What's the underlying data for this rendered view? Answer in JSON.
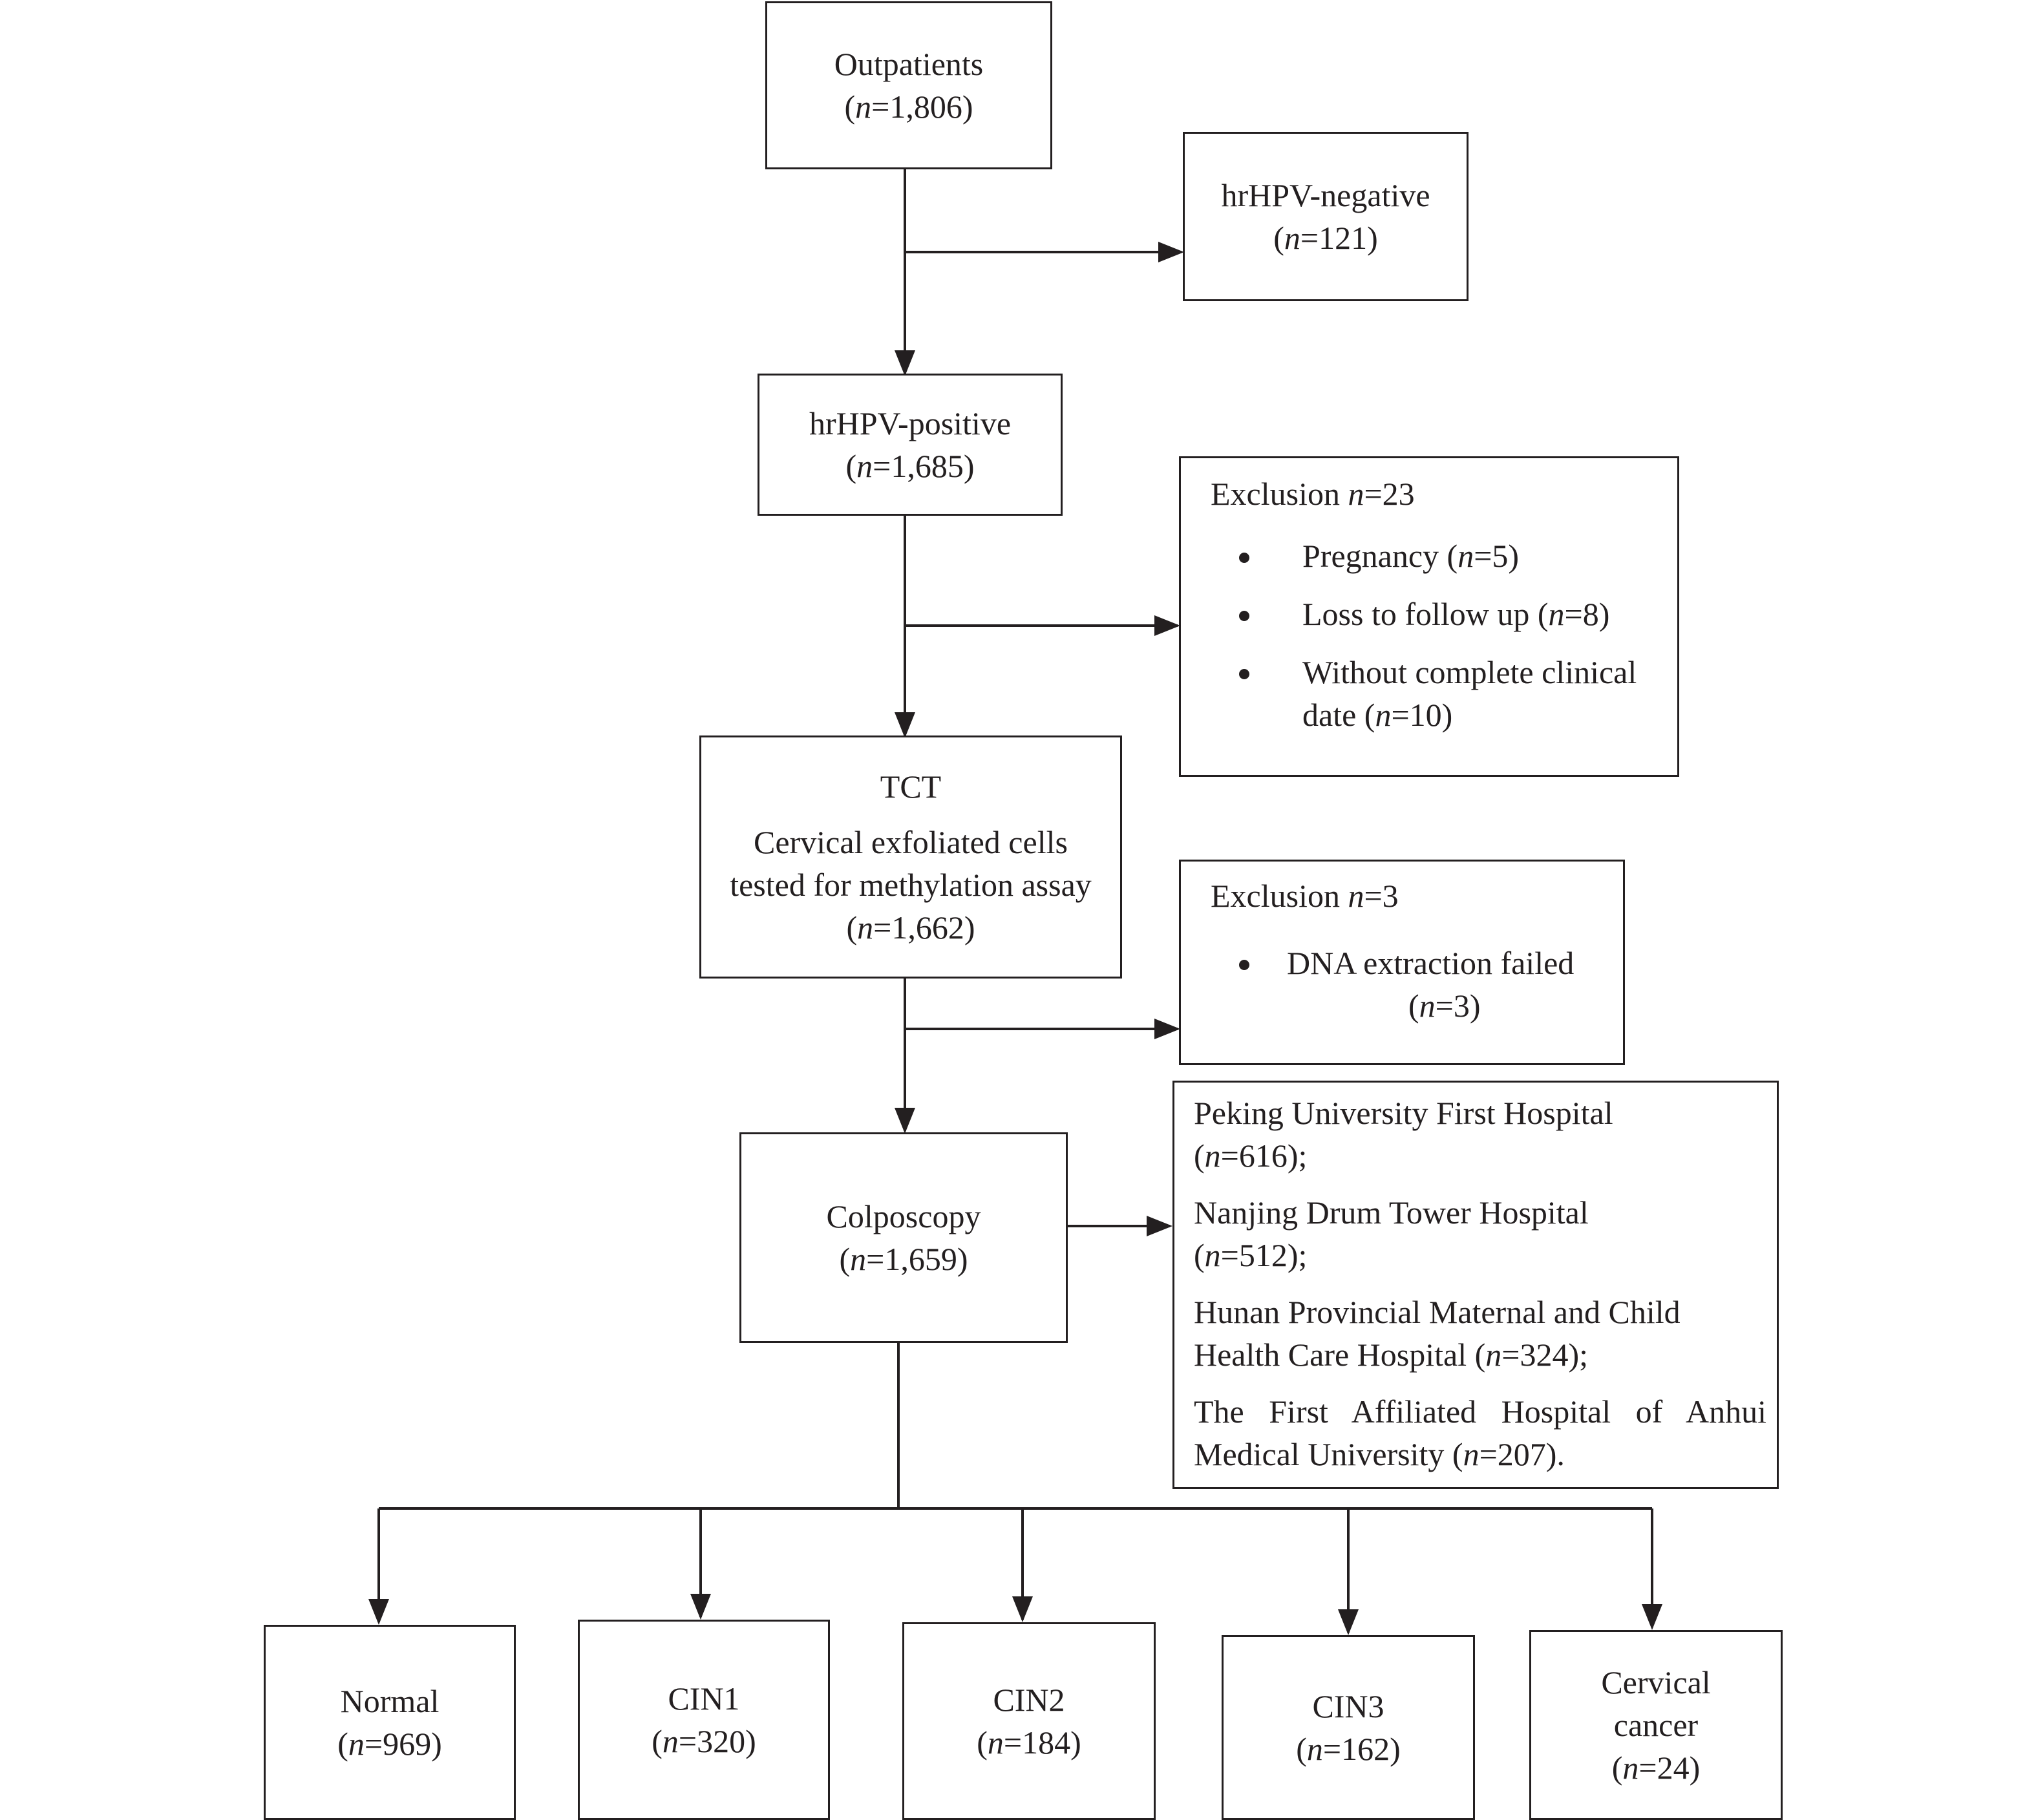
{
  "n_symbol": "n",
  "outpatients": {
    "label": "Outpatients",
    "value": "=1,806"
  },
  "hrhpv_negative": {
    "label": "hrHPV-negative",
    "value": "=121"
  },
  "hrhpv_positive": {
    "label": "hrHPV-positive",
    "value": "=1,685"
  },
  "exclusion1": {
    "title": "Exclusion ",
    "value": "=23",
    "items": [
      {
        "label": "Pregnancy (",
        "value": "=5)"
      },
      {
        "label": "Loss to follow up (",
        "value": "=8)"
      },
      {
        "label_line1": "Without complete clinical",
        "label_line2": "date (",
        "value": "=10)"
      }
    ]
  },
  "tct": {
    "title": "TCT",
    "line1": "Cervical exfoliated cells",
    "line2": "tested for methylation assay",
    "value": "=1,662"
  },
  "exclusion2": {
    "title": "Exclusion ",
    "value": "=3",
    "item_label": "DNA extraction failed",
    "item_value": "=3"
  },
  "colposcopy": {
    "label": "Colposcopy",
    "value": "=1,659"
  },
  "hospitals": [
    {
      "line1": "Peking University First Hospital",
      "value": "=616);"
    },
    {
      "line1": "Nanjing Drum Tower Hospital",
      "value": "=512);"
    },
    {
      "line1": "Hunan Provincial Maternal and Child",
      "line2": "Health Care Hospital (",
      "value": "=324);"
    },
    {
      "line1": "The First Affiliated Hospital of Anhui",
      "line2": "Medical University (",
      "value": "=207)."
    }
  ],
  "outcomes": [
    {
      "label": "Normal",
      "value": "=969"
    },
    {
      "label": "CIN1",
      "value": "=320"
    },
    {
      "label": "CIN2",
      "value": "=184"
    },
    {
      "label": "CIN3",
      "value": "=162"
    },
    {
      "label_line1": "Cervical",
      "label_line2": "cancer",
      "value": "=24"
    }
  ]
}
